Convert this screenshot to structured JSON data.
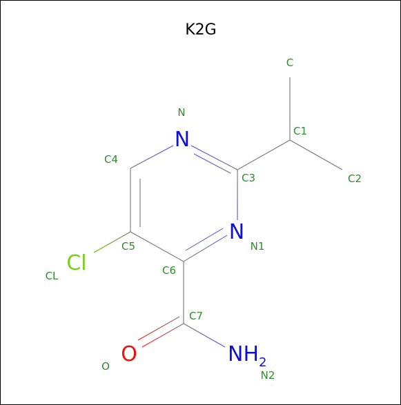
{
  "title": "K2G",
  "colors": {
    "bond": "#8a8a8a",
    "nitrogen": "#1010d8",
    "oxygen": "#ee1010",
    "chlorine": "#7ccd20",
    "label": "#2e8b2e"
  },
  "elements": {
    "n_ring_top": "N",
    "n_ring_right": "N",
    "cl": "Cl",
    "o": "O",
    "nh2_main": "NH",
    "nh2_sub": "2"
  },
  "atom_labels": {
    "c": "C",
    "c1": "C1",
    "c2": "C2",
    "c3": "C3",
    "c4": "C4",
    "c5": "C5",
    "c6": "C6",
    "c7": "C7",
    "n": "N",
    "n1": "N1",
    "n2": "N2",
    "cl": "CL",
    "o": "O"
  }
}
